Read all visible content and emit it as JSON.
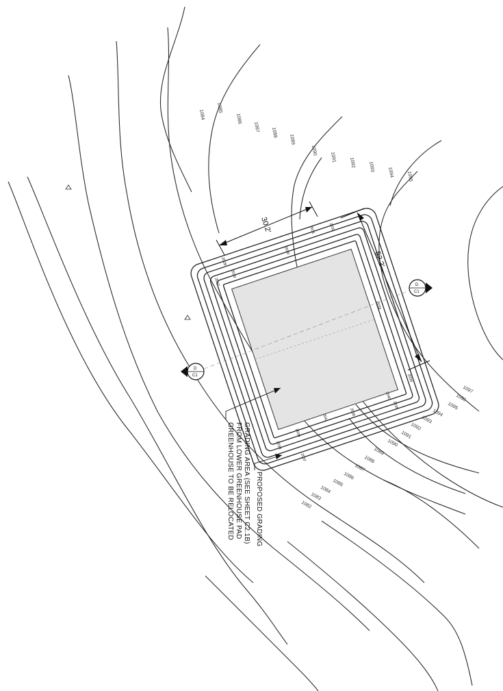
{
  "dimensions": {
    "width": "30.2'",
    "length": "52.2'"
  },
  "contour_labels_top": [
    "1084",
    "1085",
    "1086",
    "1087",
    "1088",
    "1089",
    "1090",
    "1091",
    "1092",
    "1093",
    "1094",
    "1095"
  ],
  "contour_labels_bottom": [
    "1097",
    "1096",
    "1095",
    "1094",
    "1093",
    "1092",
    "1091",
    "1090",
    "1089",
    "1088",
    "1087",
    "1086",
    "1085",
    "1084",
    "1083",
    "1082"
  ],
  "spot_elevations": [
    "2031",
    "2032",
    "2030",
    "2029",
    "2028",
    "2027",
    "2033",
    "2034",
    "2035",
    "2036",
    "2037",
    "2038",
    "2039",
    "2040",
    "2041"
  ],
  "section_markers": [
    {
      "top": "D",
      "bottom": "C1"
    },
    {
      "top": "D",
      "bottom": "C1"
    }
  ],
  "notes": {
    "greenhouse": [
      "GREENHOUSE TO BE RELOCATED",
      "FROM LOWER GREENHOUSE PAD",
      "GRADING AREA (SEE SHEET C2.1B)"
    ],
    "proposed_grading": "PROPOSED GRADING"
  }
}
